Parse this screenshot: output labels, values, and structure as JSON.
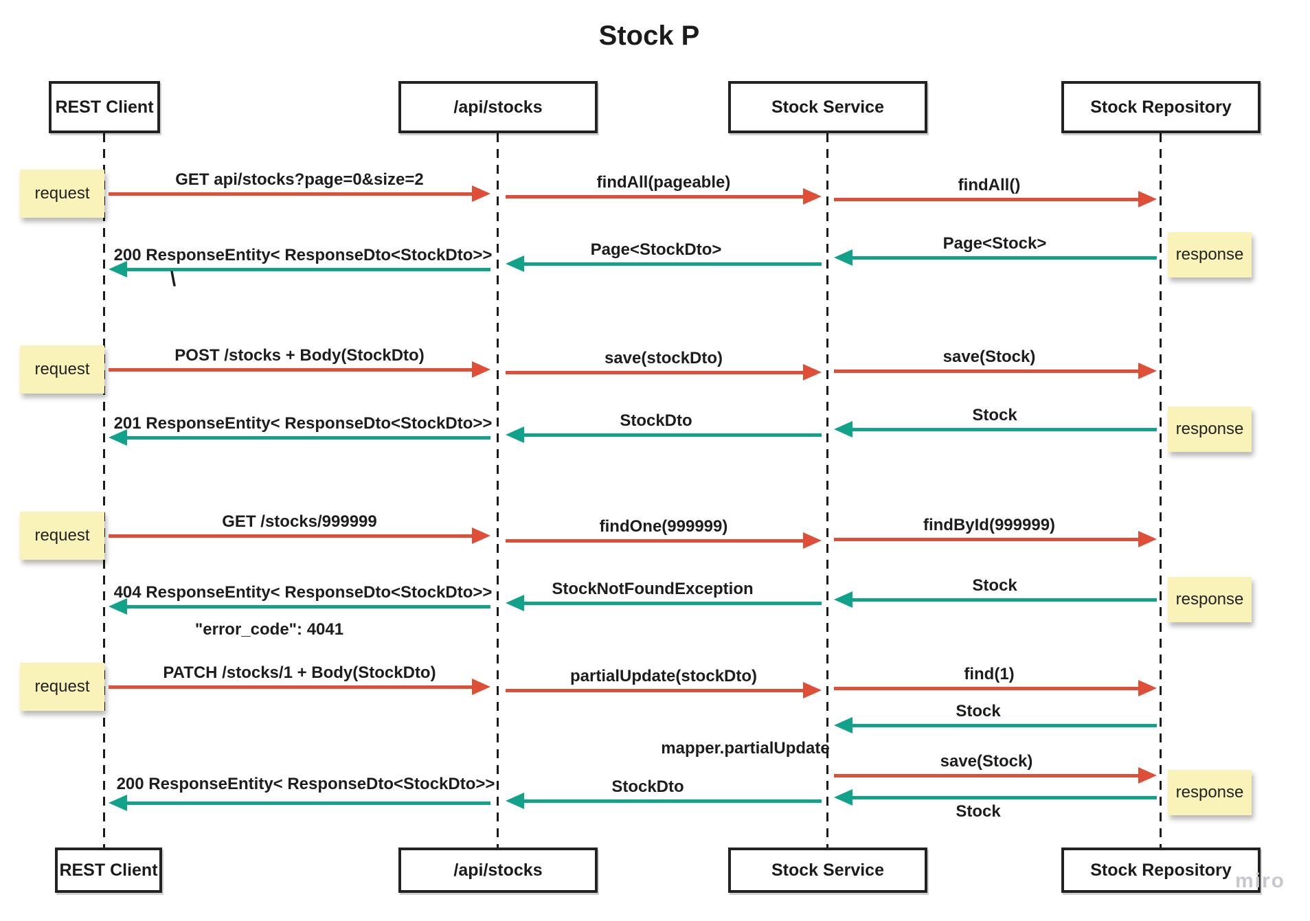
{
  "title": "Stock P",
  "watermark": "miro",
  "colors": {
    "request_arrow": "#DF4F38",
    "response_arrow": "#12A189",
    "note_bg": "#F9F3B9",
    "lifeline": "#1a1a1a"
  },
  "participants": {
    "client": "REST Client",
    "api": "/api/stocks",
    "service": "Stock Service",
    "repository": "Stock Repository"
  },
  "note_labels": {
    "request": "request",
    "response": "response"
  },
  "flows": {
    "get_all": {
      "request": [
        "GET api/stocks?page=0&size=2",
        "findAll(pageable)",
        "findAll()"
      ],
      "response": [
        "Page<Stock>",
        "Page<StockDto>",
        "200 ResponseEntity< ResponseDto<StockDto>>"
      ],
      "stray_mark": "\\"
    },
    "create": {
      "request": [
        "POST /stocks + Body(StockDto)",
        "save(stockDto)",
        "save(Stock)"
      ],
      "response": [
        "Stock",
        "StockDto",
        "201 ResponseEntity< ResponseDto<StockDto>>"
      ]
    },
    "get_missing": {
      "request": [
        "GET /stocks/999999",
        "findOne(999999)",
        "findById(999999)"
      ],
      "response": [
        "Stock",
        "StockNotFoundException",
        "404 ResponseEntity< ResponseDto<StockDto>>"
      ],
      "error_annotation": "\"error_code\": 4041"
    },
    "partial_update": {
      "request": [
        "PATCH /stocks/1 + Body(StockDto)",
        "partialUpdate(stockDto)",
        "find(1)"
      ],
      "find_response": "Stock",
      "mapper_annotation": "mapper.partialUpdate",
      "save_request": "save(Stock)",
      "save_response": "Stock",
      "response": [
        "StockDto",
        "200 ResponseEntity< ResponseDto<StockDto>>"
      ]
    }
  }
}
